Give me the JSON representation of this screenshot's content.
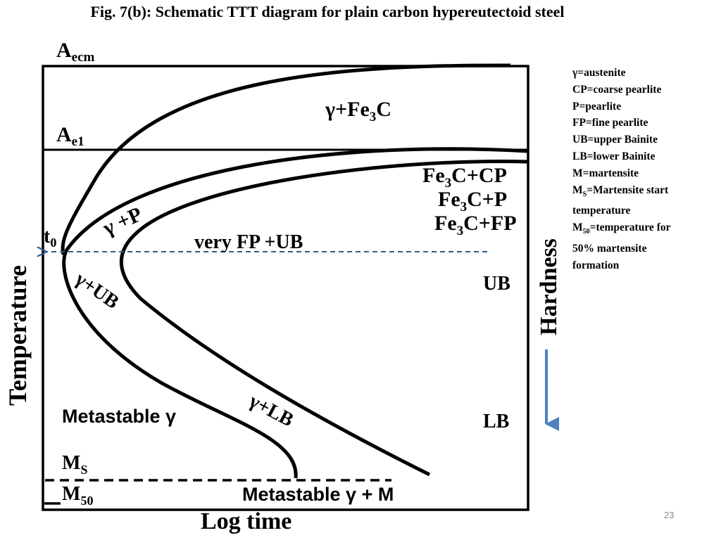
{
  "slide": {
    "title": "Fig. 7(b): Schematic TTT diagram for plain carbon hypereutectoid steel",
    "page_number": "23"
  },
  "axes": {
    "y_label": "Temperature",
    "x_label": "Log time",
    "right_label": "Hardness"
  },
  "temperature_markers": {
    "aecm": {
      "main": "A",
      "sub": "ecm"
    },
    "ae1": {
      "main": "A",
      "sub": "e1"
    },
    "t0": {
      "main": "t",
      "sub": "0"
    },
    "ms": {
      "main": "M",
      "sub": "S"
    },
    "m50": {
      "main": "M",
      "sub": "50"
    }
  },
  "regions": {
    "gamma_fe3c": {
      "main": "γ+Fe",
      "sub": "3",
      "tail": "C"
    },
    "fe3c_cp": {
      "main": "Fe",
      "sub": "3",
      "tail": "C+CP"
    },
    "fe3c_p": {
      "main": "Fe",
      "sub": "3",
      "tail": "C+P"
    },
    "fe3c_fp": {
      "main": "Fe",
      "sub": "3",
      "tail": "C+FP"
    },
    "gamma_p": "γ +P",
    "very_fp_ub": "very FP +UB",
    "gamma_ub": "γ+UB",
    "gamma_lb": "γ+LB",
    "ub": "UB",
    "lb": "LB",
    "metastable_gamma": "Metastable  γ",
    "metastable_gamma_m": "Metastable  γ + M"
  },
  "legend": [
    {
      "text": "γ=austenite"
    },
    {
      "text": "CP=coarse pearlite"
    },
    {
      "text": "P=pearlite"
    },
    {
      "text": "FP=fine pearlite"
    },
    {
      "text": "UB=upper Bainite"
    },
    {
      "text": "LB=lower Bainite"
    },
    {
      "text": "M=martensite"
    },
    {
      "main": "M",
      "sub": "S",
      "tail": "=Martensite start"
    },
    {
      "text": "temperature"
    },
    {
      "main": "M",
      "sub": "50",
      "tail": "=temperature for"
    },
    {
      "text": "50% martensite"
    },
    {
      "text": "formation"
    }
  ],
  "colors": {
    "curve": "#000000",
    "dashed_line": "#2e5c8a",
    "hardness_arrow": "#4f81bd",
    "page_number": "#8a8a8a"
  }
}
